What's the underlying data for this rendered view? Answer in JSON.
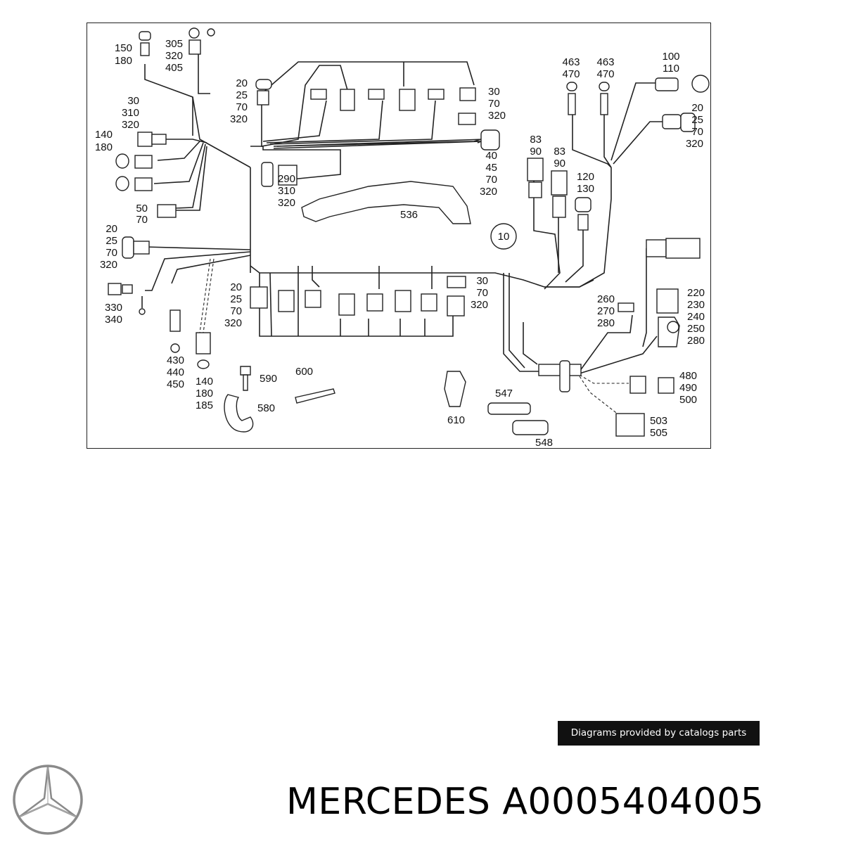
{
  "diagram": {
    "callouts": [
      {
        "id": "c1",
        "lines": [
          "150",
          "180"
        ]
      },
      {
        "id": "c2",
        "lines": [
          "305",
          "320",
          "405"
        ]
      },
      {
        "id": "c3",
        "lines": [
          "20",
          "25",
          "70",
          "320"
        ]
      },
      {
        "id": "c4",
        "lines": [
          "30",
          "310",
          "320"
        ]
      },
      {
        "id": "c5",
        "lines": [
          "140",
          "180"
        ]
      },
      {
        "id": "c6",
        "lines": [
          "50",
          "70"
        ]
      },
      {
        "id": "c7",
        "lines": [
          "290",
          "310",
          "320"
        ]
      },
      {
        "id": "c8",
        "lines": [
          "536"
        ]
      },
      {
        "id": "c9",
        "lines": [
          "30",
          "70",
          "320"
        ]
      },
      {
        "id": "c10",
        "lines": [
          "40",
          "45",
          "70",
          "320"
        ]
      },
      {
        "id": "c11",
        "lines": [
          "463",
          "470"
        ]
      },
      {
        "id": "c12",
        "lines": [
          "463",
          "470"
        ]
      },
      {
        "id": "c13",
        "lines": [
          "100",
          "110"
        ]
      },
      {
        "id": "c14",
        "lines": [
          "20",
          "25",
          "70",
          "320"
        ]
      },
      {
        "id": "c15",
        "lines": [
          "83",
          "90"
        ]
      },
      {
        "id": "c16",
        "lines": [
          "83",
          "90"
        ]
      },
      {
        "id": "c17",
        "lines": [
          "120",
          "130"
        ]
      },
      {
        "id": "c18",
        "lines": [
          "20",
          "25",
          "70",
          "320"
        ]
      },
      {
        "id": "c19",
        "lines": [
          "10"
        ]
      },
      {
        "id": "c20",
        "lines": [
          "330",
          "340"
        ]
      },
      {
        "id": "c21",
        "lines": [
          "20",
          "25",
          "70",
          "320"
        ]
      },
      {
        "id": "c22",
        "lines": [
          "30",
          "70",
          "320"
        ]
      },
      {
        "id": "c23",
        "lines": [
          "260",
          "270",
          "280"
        ]
      },
      {
        "id": "c24",
        "lines": [
          "220",
          "230",
          "240",
          "250",
          "280"
        ]
      },
      {
        "id": "c25",
        "lines": [
          "430",
          "440",
          "450"
        ]
      },
      {
        "id": "c26",
        "lines": [
          "140",
          "180",
          "185"
        ]
      },
      {
        "id": "c27",
        "lines": [
          "590"
        ]
      },
      {
        "id": "c28",
        "lines": [
          "600"
        ]
      },
      {
        "id": "c29",
        "lines": [
          "580"
        ]
      },
      {
        "id": "c30",
        "lines": [
          "547"
        ]
      },
      {
        "id": "c31",
        "lines": [
          "610"
        ]
      },
      {
        "id": "c32",
        "lines": [
          "548"
        ]
      },
      {
        "id": "c33",
        "lines": [
          "480",
          "490",
          "500"
        ]
      },
      {
        "id": "c34",
        "lines": [
          "503",
          "505"
        ]
      }
    ]
  },
  "credit": "Diagrams provided by catalogs parts",
  "title": "MERCEDES A0005404005",
  "colors": {
    "ink": "#111111",
    "banner": "#111111",
    "logo": "#8a8a8a"
  },
  "icons": {
    "brand": "mercedes-star-logo"
  }
}
